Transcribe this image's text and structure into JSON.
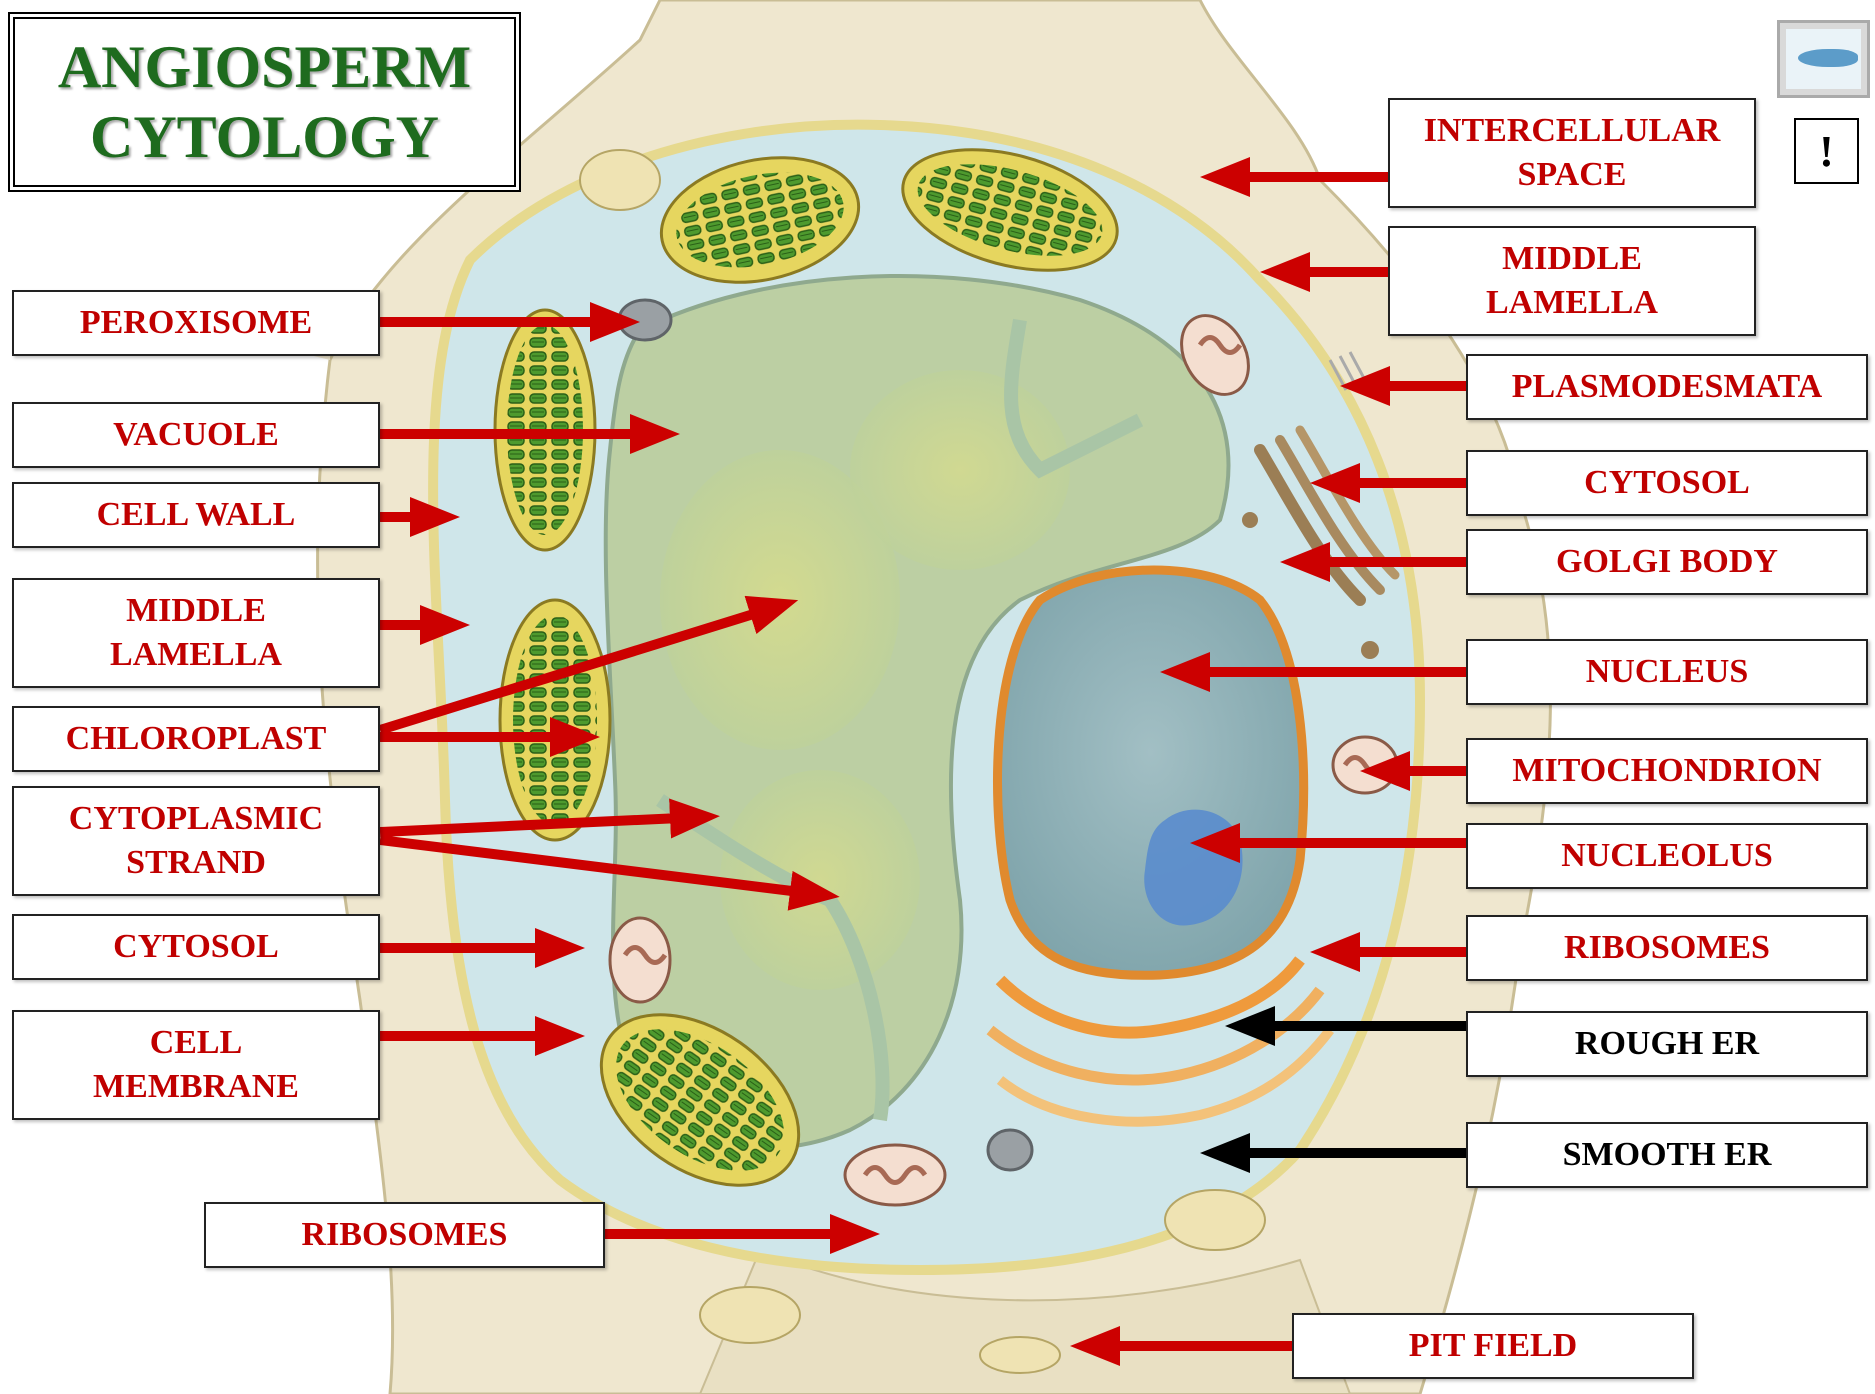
{
  "title": {
    "line1": "ANGIOSPERM",
    "line2": "CYTOLOGY"
  },
  "left_labels": {
    "peroxisome": "PEROXISOME",
    "vacuole": "VACUOLE",
    "cell_wall": "CELL WALL",
    "middle_lamella_1": "MIDDLE",
    "middle_lamella_2": "LAMELLA",
    "chloroplast": "CHLOROPLAST",
    "cytoplasmic_strand_1": "CYTOPLASMIC",
    "cytoplasmic_strand_2": "STRAND",
    "cytosol": "CYTOSOL",
    "cell_membrane_1": "CELL",
    "cell_membrane_2": "MEMBRANE",
    "ribosomes": "RIBOSOMES"
  },
  "right_labels": {
    "intercellular_space_1": "INTERCELLULAR",
    "intercellular_space_2": "SPACE",
    "middle_lamella_1": "MIDDLE",
    "middle_lamella_2": "LAMELLA",
    "plasmodesmata": "PLASMODESMATA",
    "cytosol": "CYTOSOL",
    "golgi_body": "GOLGI BODY",
    "nucleus": "NUCLEUS",
    "mitochondrion": "MITOCHONDRION",
    "nucleolus": "NUCLEOLUS",
    "ribosomes": "RIBOSOMES",
    "rough_er": "ROUGH ER",
    "smooth_er": "SMOOTH ER",
    "pit_field": "PIT FIELD"
  },
  "controls": {
    "alert_symbol": "!"
  },
  "colors": {
    "label_text": "#c00000",
    "black_label_text": "#000000",
    "arrow_red": "#cc0000",
    "arrow_black": "#000000",
    "title_green": "#1e6b1e"
  }
}
